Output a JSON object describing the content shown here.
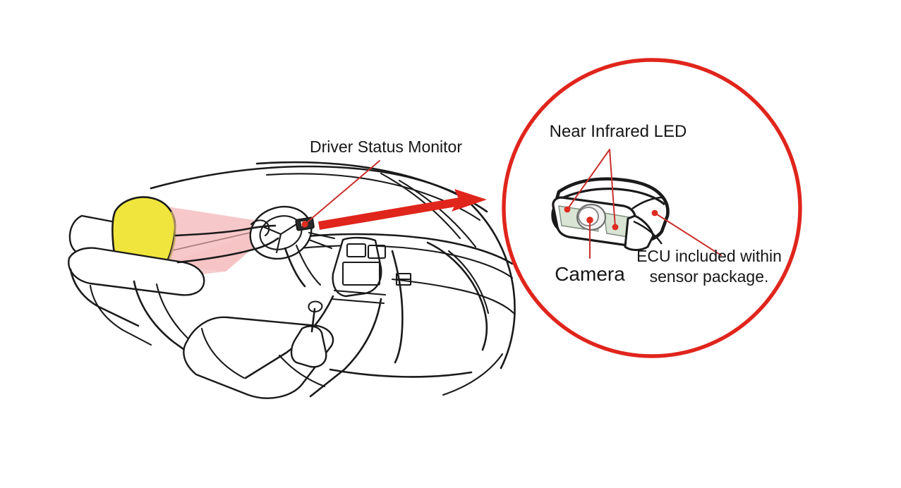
{
  "figure": {
    "title_label": "Driver Status Monitor",
    "colors": {
      "callout_circle": "#e0251c",
      "arrow": "#e0251c",
      "leader_line": "#c9302c",
      "head_highlight": "#f0e53c",
      "detection_cone": "#f6c3c4",
      "line_art": "#1a1a1a",
      "led_panel": "#d9e4d4",
      "led_dot": "#e02b20",
      "background": "#ffffff"
    }
  },
  "scene": {
    "main_label": "Driver Status Monitor",
    "description": "Car interior cutaway showing driver seat, steering wheel and dashboard with the monitor sensor aimed at the driver's face"
  },
  "callout": {
    "labels": {
      "led": "Near Infrared  LED",
      "camera": "Camera",
      "ecu_line1": "ECU included within",
      "ecu_line2": "sensor package."
    }
  }
}
